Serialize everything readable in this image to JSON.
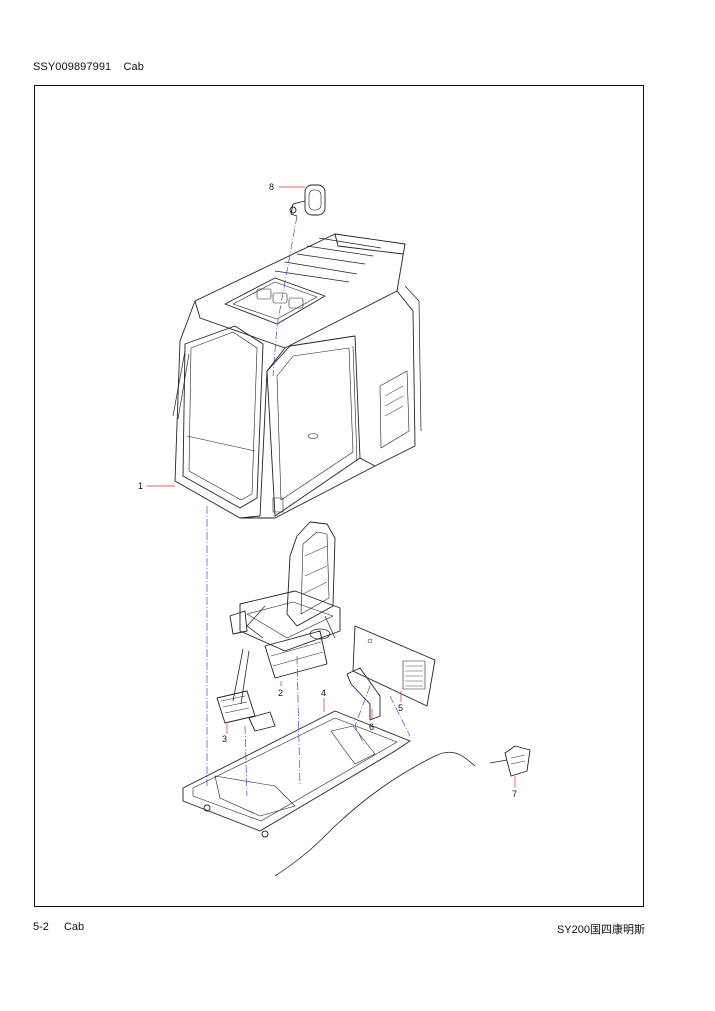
{
  "header": {
    "part_number": "SSY009897991",
    "title": "Cab"
  },
  "footer": {
    "page": "5-2",
    "section": "Cab",
    "model": "SY200国四康明斯"
  },
  "callouts": [
    {
      "id": "callout-1",
      "label": "1"
    },
    {
      "id": "callout-2",
      "label": "2"
    },
    {
      "id": "callout-3",
      "label": "3"
    },
    {
      "id": "callout-4",
      "label": "4"
    },
    {
      "id": "callout-5",
      "label": "5"
    },
    {
      "id": "callout-6",
      "label": "6"
    },
    {
      "id": "callout-7",
      "label": "7"
    },
    {
      "id": "callout-8",
      "label": "8"
    }
  ],
  "colors": {
    "leader": "#d93030",
    "centerline": "#4a4ac8",
    "ink": "#222222"
  }
}
